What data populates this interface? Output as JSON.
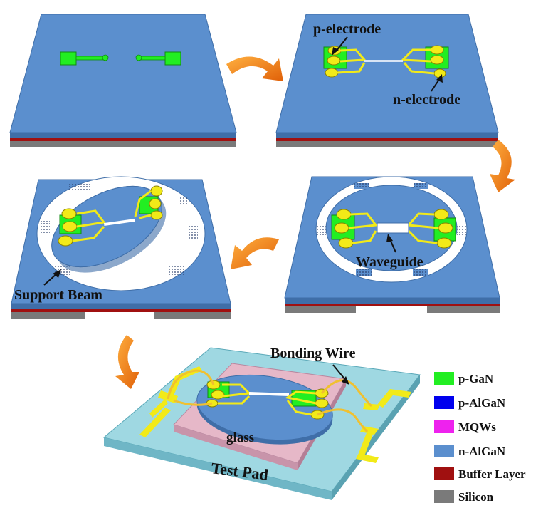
{
  "labels": {
    "p_electrode": "p-electrode",
    "n_electrode": "n-electrode",
    "waveguide": "Waveguide",
    "support_beam": "Support Beam",
    "bonding_wire": "Bonding Wire",
    "glass": "glass",
    "test_pad": "Test Pad"
  },
  "legend": [
    {
      "label": "p-GaN",
      "color": "#22ee22"
    },
    {
      "label": "p-AlGaN",
      "color": "#0000ee"
    },
    {
      "label": "MQWs",
      "color": "#ee22ee"
    },
    {
      "label": "n-AlGaN",
      "color": "#5b8fce"
    },
    {
      "label": "Buffer Layer",
      "color": "#a01010"
    },
    {
      "label": "Silicon",
      "color": "#7a7a7a"
    }
  ],
  "colors": {
    "n_algan": "#5b8fce",
    "n_algan_dark": "#3f6ea8",
    "p_gan": "#22ee22",
    "electrode": "#f2ea18",
    "buffer": "#a01010",
    "silicon": "#7a7a7a",
    "arrow": "#f07a10",
    "glass": "#e6b8c8",
    "test_pad": "#9fd8e2"
  }
}
